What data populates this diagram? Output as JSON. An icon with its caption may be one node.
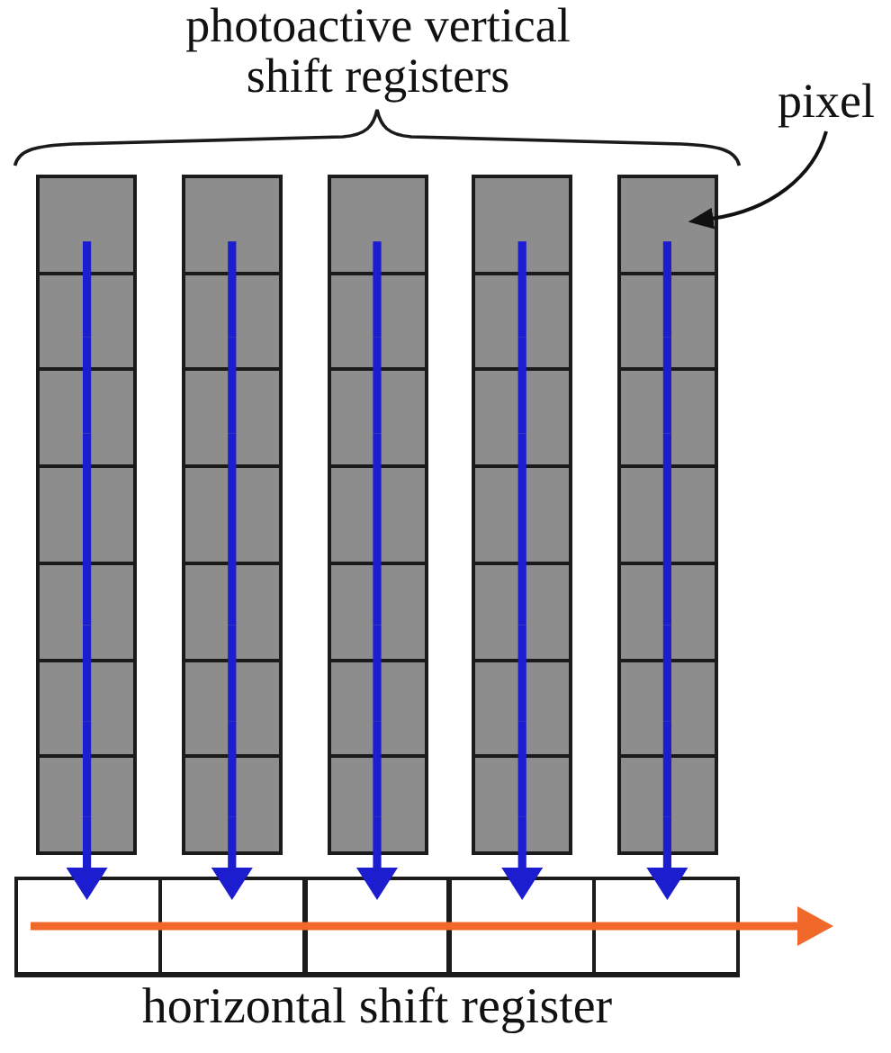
{
  "diagram": {
    "nodes": [
      {
        "text": [
          "pixel"
        ]
      },
      {
        "text": [],
        "shape": "bar"
      },
      {
        "text": [],
        "shape": "box",
        "in": 1
      },
      {
        "text": [],
        "shape": "box",
        "in": 1
      },
      {
        "text": [],
        "shape": "box",
        "in": 1
      },
      {
        "text": [],
        "shape": "box",
        "in": 1
      },
      {
        "text": [],
        "shape": "box",
        "in": 1
      },
      {
        "text": [],
        "shape": "box",
        "in": 1
      },
      {
        "text": [],
        "shape": "box",
        "in": 1
      },
      {
        "text": [],
        "shape": "bar"
      },
      {
        "text": [],
        "shape": "box",
        "in": 9
      },
      {
        "text": [],
        "shape": "box",
        "in": 9
      },
      {
        "text": [],
        "shape": "box",
        "in": 9
      },
      {
        "text": [],
        "shape": "box",
        "in": 9
      },
      {
        "text": [],
        "shape": "box",
        "in": 9
      },
      {
        "text": [],
        "shape": "box",
        "in": 9
      },
      {
        "text": [],
        "shape": "box",
        "in": 9
      },
      {
        "text": [],
        "shape": "bar"
      },
      {
        "text": [],
        "shape": "box",
        "in": 17
      },
      {
        "text": [],
        "shape": "box",
        "in": 17
      },
      {
        "text": [],
        "shape": "box",
        "in": 17
      },
      {
        "text": [],
        "shape": "box",
        "in": 17
      },
      {
        "text": [],
        "shape": "box",
        "in": 17
      },
      {
        "text": [],
        "shape": "box",
        "in": 17
      },
      {
        "text": [],
        "shape": "box",
        "in": 17
      },
      {
        "text": [],
        "shape": "bar"
      },
      {
        "text": [],
        "shape": "box",
        "in": 25
      },
      {
        "text": [],
        "shape": "box",
        "in": 25
      },
      {
        "text": [],
        "shape": "box",
        "in": 25
      },
      {
        "text": [],
        "shape": "box",
        "in": 25
      },
      {
        "text": [],
        "shape": "box",
        "in": 25
      },
      {
        "text": [],
        "shape": "box",
        "in": 25
      },
      {
        "text": [],
        "shape": "box",
        "in": 25
      },
      {
        "text": [],
        "shape": "bar"
      },
      {
        "text": [],
        "shape": "box",
        "in": 33
      },
      {
        "text": [],
        "shape": "box",
        "in": 33
      },
      {
        "text": [],
        "shape": "box",
        "in": 33
      },
      {
        "text": [],
        "shape": "box",
        "in": 33
      },
      {
        "text": [],
        "shape": "box",
        "in": 33
      },
      {
        "text": [],
        "shape": "box",
        "in": 33
      },
      {
        "text": [],
        "shape": "box",
        "in": 33
      },
      {
        "text": [],
        "shape": "box",
        "beside": [
          "horizontal shift register"
        ]
      },
      {
        "text": [],
        "shape": "box",
        "in": 41
      },
      {
        "text": [],
        "shape": "box",
        "in": 41
      },
      {
        "text": [],
        "shape": "box",
        "in": 41
      },
      {
        "text": [],
        "shape": "box",
        "in": 41
      },
      {
        "text": [],
        "shape": "box",
        "in": 41
      }
    ],
    "edges": [
      {
        "from": 0,
        "to": 34,
        "arrow": "to",
        "color": "#111111"
      },
      {
        "from": 2,
        "to": 3,
        "arrow": "none"
      },
      {
        "from": 3,
        "to": 4,
        "arrow": "none"
      },
      {
        "from": 4,
        "to": 5,
        "arrow": "none"
      },
      {
        "from": 5,
        "to": 6,
        "arrow": "none"
      },
      {
        "from": 6,
        "to": 7,
        "arrow": "none"
      },
      {
        "from": 7,
        "to": 8,
        "arrow": "none"
      },
      {
        "from": 8,
        "to": 42,
        "arrow": "to"
      },
      {
        "from": 10,
        "to": 11,
        "arrow": "none"
      },
      {
        "from": 11,
        "to": 12,
        "arrow": "none"
      },
      {
        "from": 12,
        "to": 13,
        "arrow": "none"
      },
      {
        "from": 13,
        "to": 14,
        "arrow": "none"
      },
      {
        "from": 14,
        "to": 15,
        "arrow": "none"
      },
      {
        "from": 15,
        "to": 16,
        "arrow": "none"
      },
      {
        "from": 16,
        "to": 43,
        "arrow": "to"
      },
      {
        "from": 18,
        "to": 19,
        "arrow": "none"
      },
      {
        "from": 19,
        "to": 20,
        "arrow": "none"
      },
      {
        "from": 20,
        "to": 21,
        "arrow": "none"
      },
      {
        "from": 21,
        "to": 22,
        "arrow": "none"
      },
      {
        "from": 22,
        "to": 23,
        "arrow": "none"
      },
      {
        "from": 23,
        "to": 24,
        "arrow": "none"
      },
      {
        "from": 24,
        "to": 44,
        "arrow": "to"
      },
      {
        "from": 26,
        "to": 27,
        "arrow": "none"
      },
      {
        "from": 27,
        "to": 28,
        "arrow": "none"
      },
      {
        "from": 28,
        "to": 29,
        "arrow": "none"
      },
      {
        "from": 29,
        "to": 30,
        "arrow": "none"
      },
      {
        "from": 30,
        "to": 31,
        "arrow": "none"
      },
      {
        "from": 31,
        "to": 32,
        "arrow": "none"
      },
      {
        "from": 32,
        "to": 45,
        "arrow": "to"
      },
      {
        "from": 34,
        "to": 35,
        "arrow": "none"
      },
      {
        "from": 35,
        "to": 36,
        "arrow": "none"
      },
      {
        "from": 36,
        "to": 37,
        "arrow": "none"
      },
      {
        "from": 37,
        "to": 38,
        "arrow": "none"
      },
      {
        "from": 38,
        "to": 39,
        "arrow": "none"
      },
      {
        "from": 39,
        "to": 40,
        "arrow": "none"
      },
      {
        "from": 40,
        "to": 46,
        "arrow": "to"
      },
      {
        "from": 41,
        "to": null,
        "arrow": "to",
        "color": "#f0682a"
      }
    ],
    "labels": [
      "photoactive vertical shift registers"
    ]
  }
}
